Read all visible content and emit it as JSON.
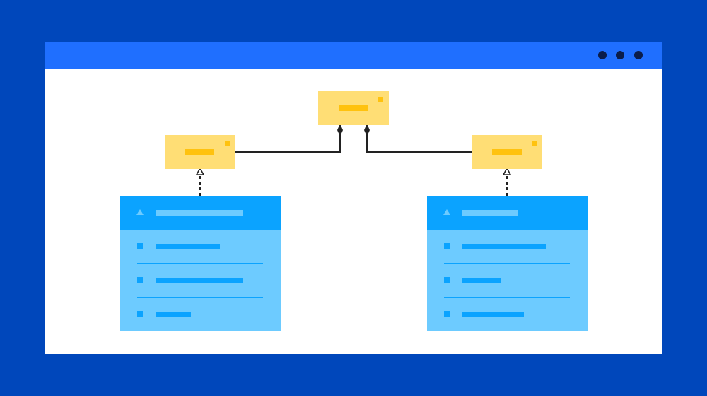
{
  "window": {
    "title": "",
    "controls": [
      "dot",
      "dot",
      "dot"
    ]
  },
  "colors": {
    "background": "#0047BB",
    "titlebar": "#1F6FFF",
    "window_dots": "#0B1D4A",
    "class_fill": "#FFDE75",
    "class_accent": "#FFC20E",
    "panel_header": "#0BA3FF",
    "panel_body": "#6DCBFF",
    "connector": "#222222"
  },
  "diagram": {
    "nodes": [
      {
        "id": "parent-class",
        "kind": "class-box",
        "text": ""
      },
      {
        "id": "left-class",
        "kind": "class-box",
        "text": ""
      },
      {
        "id": "right-class",
        "kind": "class-box",
        "text": ""
      },
      {
        "id": "left-panel",
        "kind": "list-panel",
        "header_icon": "triangle-icon",
        "rows": 3
      },
      {
        "id": "right-panel",
        "kind": "list-panel",
        "header_icon": "triangle-icon",
        "rows": 3
      }
    ],
    "edges": [
      {
        "from": "left-class",
        "to": "parent-class",
        "type": "composition",
        "marker": "filled-diamond"
      },
      {
        "from": "right-class",
        "to": "parent-class",
        "type": "composition",
        "marker": "filled-diamond"
      },
      {
        "from": "left-panel",
        "to": "left-class",
        "type": "realization",
        "style": "dashed",
        "marker": "hollow-triangle"
      },
      {
        "from": "right-panel",
        "to": "right-class",
        "type": "realization",
        "style": "dashed",
        "marker": "hollow-triangle"
      }
    ]
  }
}
